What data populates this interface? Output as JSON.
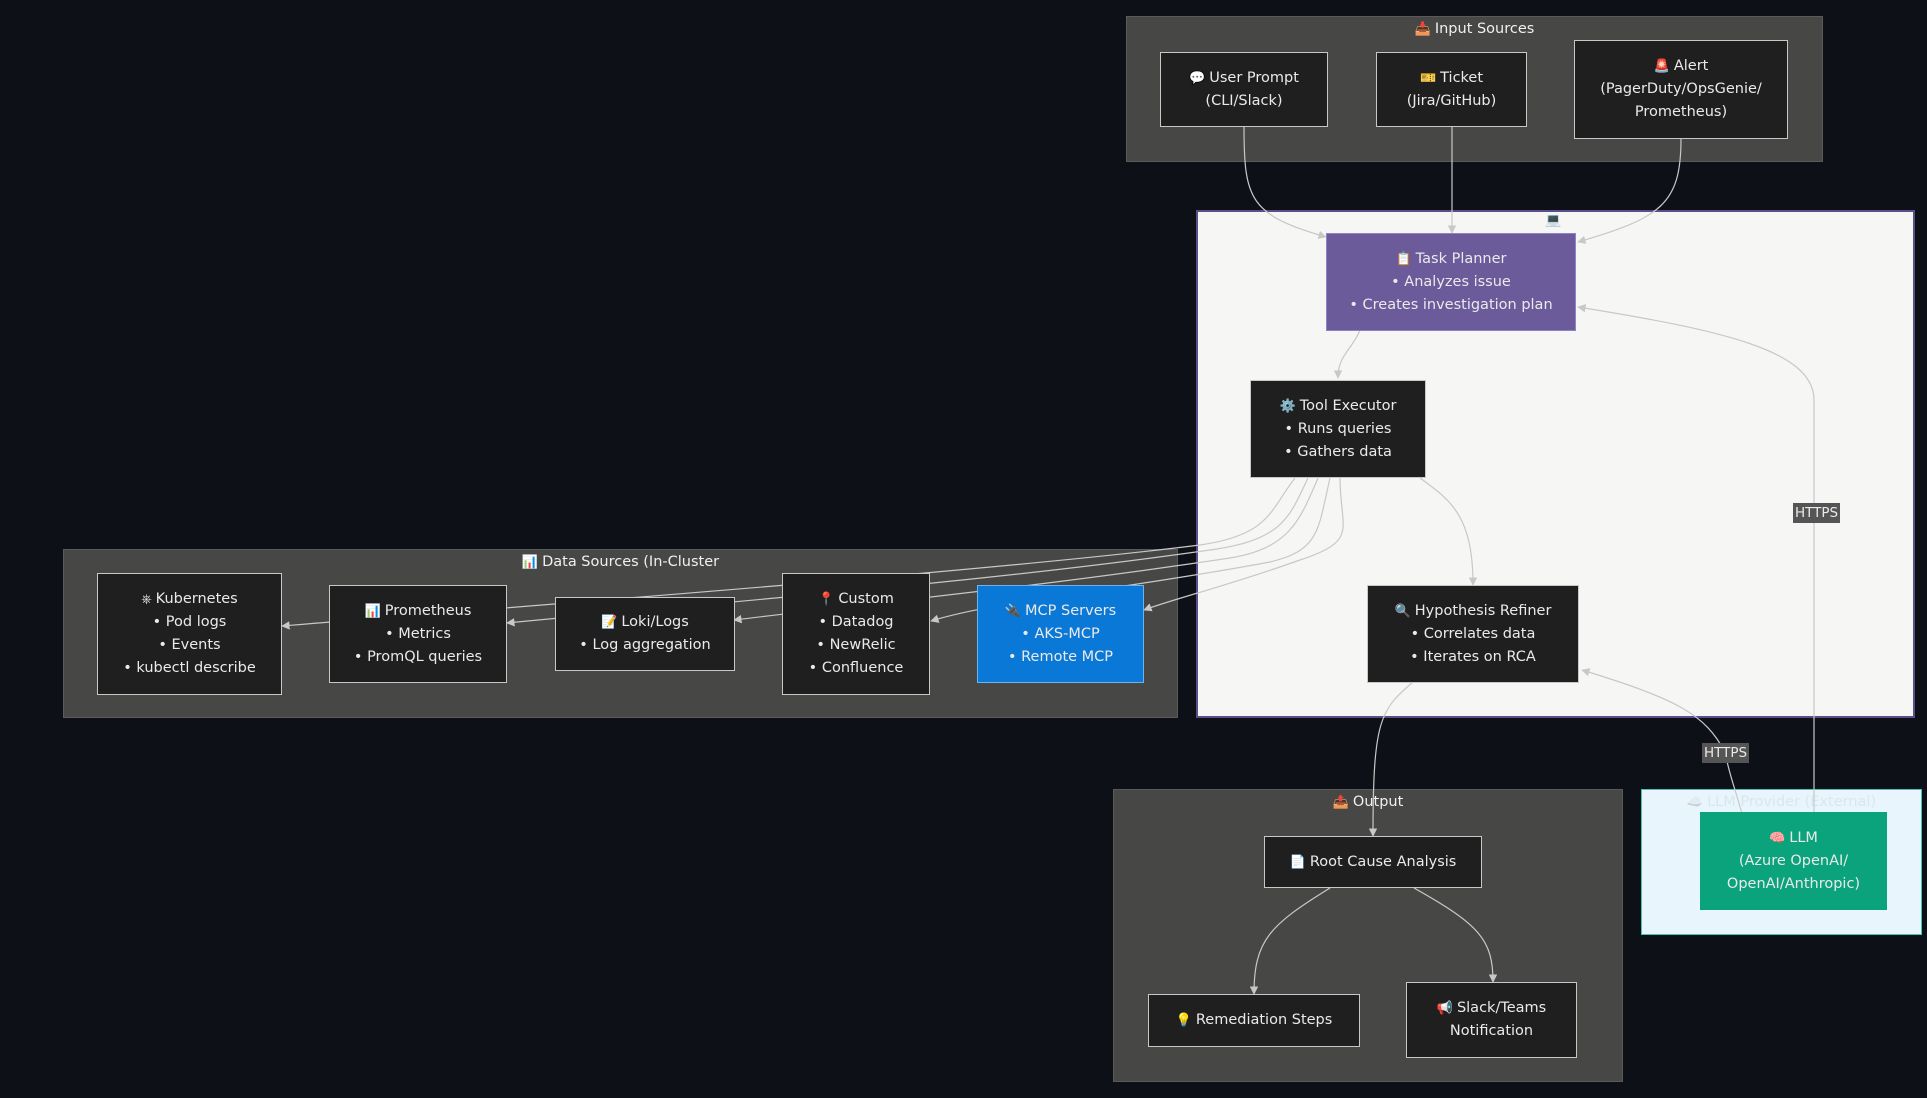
{
  "groups": {
    "input": {
      "title": "Input Sources",
      "icon": "📥"
    },
    "agent": {
      "title": "",
      "icon": "💻"
    },
    "data": {
      "title": "Data Sources (In-Cluster",
      "icon": "📊"
    },
    "output": {
      "title": "Output",
      "icon": "📤"
    },
    "llm_provider": {
      "title": "LLM Provider (External)",
      "icon": "☁️"
    }
  },
  "nodes": {
    "user_prompt": {
      "icon": "💬",
      "l1": "User Prompt",
      "l2": "(CLI/Slack)"
    },
    "ticket": {
      "icon": "🎫",
      "l1": "Ticket",
      "l2": "(Jira/GitHub)"
    },
    "alert": {
      "icon": "🚨",
      "l1": "Alert",
      "l2": "(PagerDuty/OpsGenie/",
      "l3": "Prometheus)"
    },
    "task_planner": {
      "icon": "📋",
      "l1": "Task Planner",
      "l2": "• Analyzes issue",
      "l3": "• Creates investigation plan"
    },
    "tool_executor": {
      "icon": "⚙️",
      "l1": "Tool Executor",
      "l2": "• Runs queries",
      "l3": "• Gathers data"
    },
    "hypothesis": {
      "icon": "🔍",
      "l1": "Hypothesis Refiner",
      "l2": "• Correlates data",
      "l3": "• Iterates on RCA"
    },
    "kubernetes": {
      "icon": "⎈",
      "l1": "Kubernetes",
      "l2": "• Pod logs",
      "l3": "• Events",
      "l4": "• kubectl describe"
    },
    "prometheus": {
      "icon": "📊",
      "l1": "Prometheus",
      "l2": "• Metrics",
      "l3": "• PromQL queries"
    },
    "loki": {
      "icon": "📝",
      "l1": "Loki/Logs",
      "l2": "• Log aggregation"
    },
    "custom": {
      "icon": "📍",
      "l1": "Custom",
      "l2": "• Datadog",
      "l3": "• NewRelic",
      "l4": "• Confluence"
    },
    "mcp": {
      "icon": "🔌",
      "l1": "MCP Servers",
      "l2": "• AKS-MCP",
      "l3": "• Remote MCP"
    },
    "rca": {
      "icon": "📄",
      "l1": "Root Cause Analysis"
    },
    "remediation": {
      "icon": "💡",
      "l1": "Remediation Steps"
    },
    "slack": {
      "icon": "📢",
      "l1": "Slack/Teams",
      "l2": "Notification"
    },
    "llm": {
      "icon": "🧠",
      "l1": "LLM",
      "l2": "(Azure OpenAI/",
      "l3": "OpenAI/Anthropic)"
    }
  },
  "edge_labels": {
    "https_1": "HTTPS",
    "https_2": "HTTPS"
  },
  "colors": {
    "background": "#0d1117",
    "group_dark": "#474746",
    "agent_bg": "#f6f6f5",
    "planner": "#6b5b9a",
    "mcp": "#0a78d6",
    "llm": "#0aa37c",
    "edge": "#c8c8c8"
  }
}
